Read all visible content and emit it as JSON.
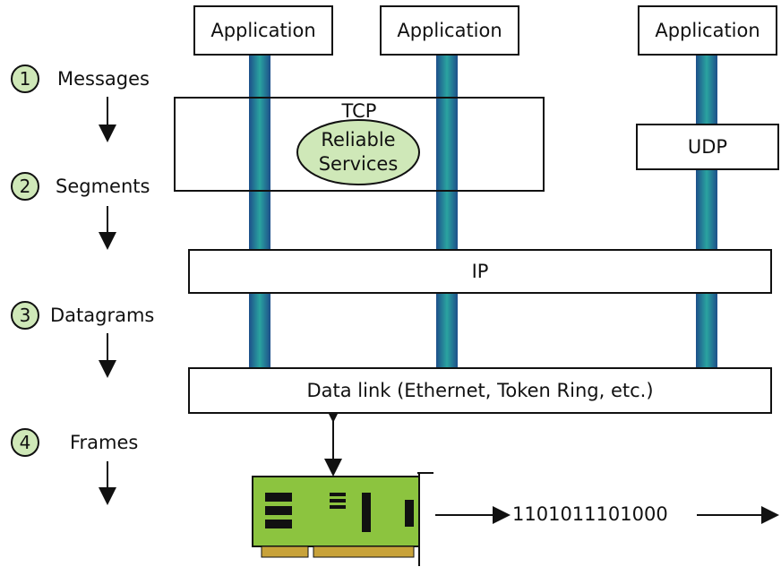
{
  "applications": [
    "Application",
    "Application",
    "Application"
  ],
  "transport": {
    "tcp": "TCP",
    "reliable_line1": "Reliable",
    "reliable_line2": "Services",
    "udp": "UDP"
  },
  "network": {
    "ip": "IP"
  },
  "datalink": {
    "label": "Data link (Ethernet, Token Ring, etc.)"
  },
  "steps": [
    {
      "num": "1",
      "label": "Messages"
    },
    {
      "num": "2",
      "label": "Segments"
    },
    {
      "num": "3",
      "label": "Datagrams"
    },
    {
      "num": "4",
      "label": "Frames"
    }
  ],
  "bits": "1101011101000",
  "colors": {
    "pipe_dark": "#1d4f8a",
    "pipe_light": "#2aa3a0",
    "ellipse": "#cfe8b8",
    "card": "#8cc43f",
    "step_circle": "#cfe8b8"
  }
}
